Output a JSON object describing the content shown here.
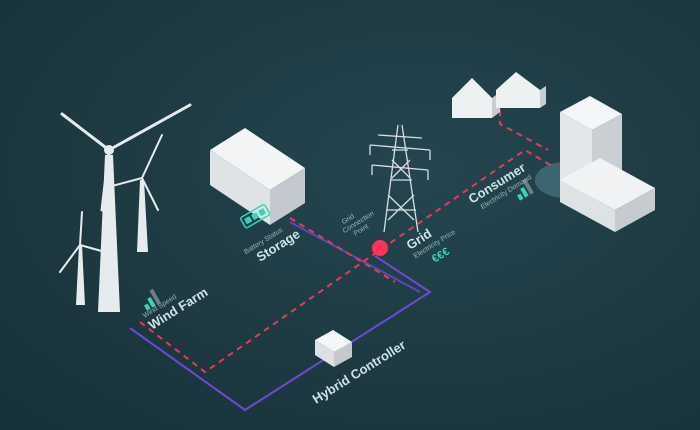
{
  "colors": {
    "background": "#1e3a42",
    "power_line": "#e8395a",
    "control_line": "#6a4bd6",
    "indicator": "#35d6b8"
  },
  "nodes": {
    "wind_farm": {
      "title": "Wind Farm",
      "subtitle": "Wind Speed",
      "icon": "signal-bars-icon"
    },
    "storage": {
      "title": "Storage",
      "subtitle": "Battery Status",
      "icon": "battery-icon"
    },
    "grid_connection": {
      "title": "Grid Connection Point"
    },
    "grid_connection_lines": [
      "Grid",
      "Connection",
      "Point"
    ],
    "grid": {
      "title": "Grid",
      "subtitle": "Electricity Price",
      "icon": "euro-icon",
      "price_symbols": "€€€"
    },
    "consumer": {
      "title": "Consumer",
      "subtitle": "Electricity Demand",
      "icon": "signal-bars-icon"
    },
    "controller": {
      "title": "Hybrid Controller"
    }
  }
}
